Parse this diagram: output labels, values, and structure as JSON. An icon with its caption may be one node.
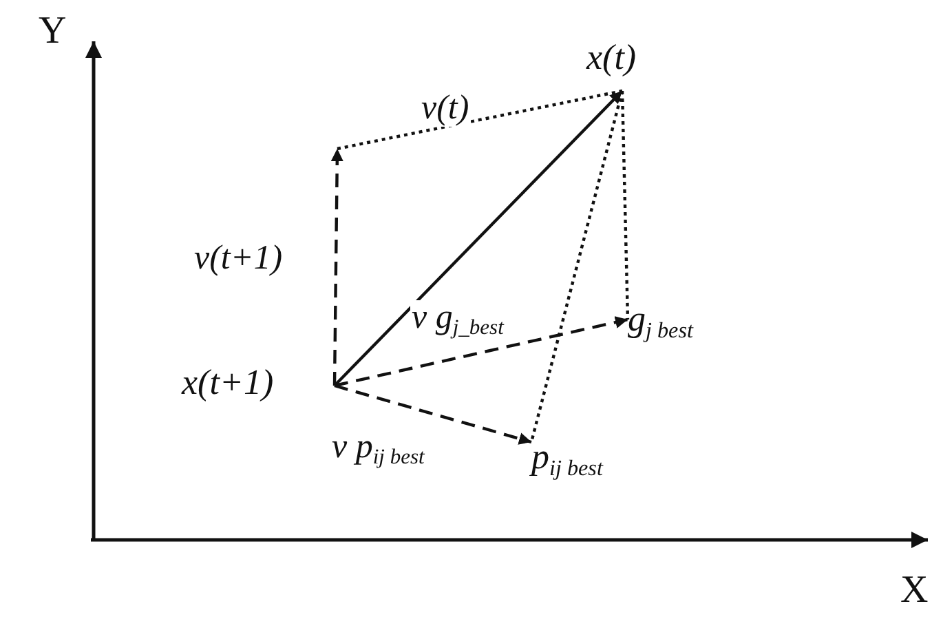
{
  "diagram": {
    "nodes": [
      {
        "text": [
          "x(t)"
        ]
      },
      {
        "text": [
          "x(t+1)"
        ]
      },
      {
        "text": [
          "g$_{j best}$"
        ]
      },
      {
        "text": [
          "p$_{ij best}$"
        ]
      }
    ],
    "edges": [
      {
        "from": 1,
        "to": 0,
        "arrow": "to"
      },
      {
        "from": 1,
        "to": null,
        "arrow": "to",
        "style": "dashed",
        "label": "v(t+1)"
      },
      {
        "from": null,
        "to": 0,
        "arrow": "none",
        "style": "dashed",
        "label": "v(t)"
      },
      {
        "from": 1,
        "to": 2,
        "arrow": "to",
        "style": "dashed",
        "label": "v g$_{j_best}$"
      },
      {
        "from": 1,
        "to": 3,
        "arrow": "to",
        "style": "dashed",
        "label": "v p$_{ij best}$"
      },
      {
        "from": 0,
        "to": 2,
        "arrow": "none",
        "style": "dashed"
      },
      {
        "from": 0,
        "to": 3,
        "arrow": "none",
        "style": "dashed"
      }
    ],
    "labels": [
      "Y",
      "X"
    ]
  }
}
